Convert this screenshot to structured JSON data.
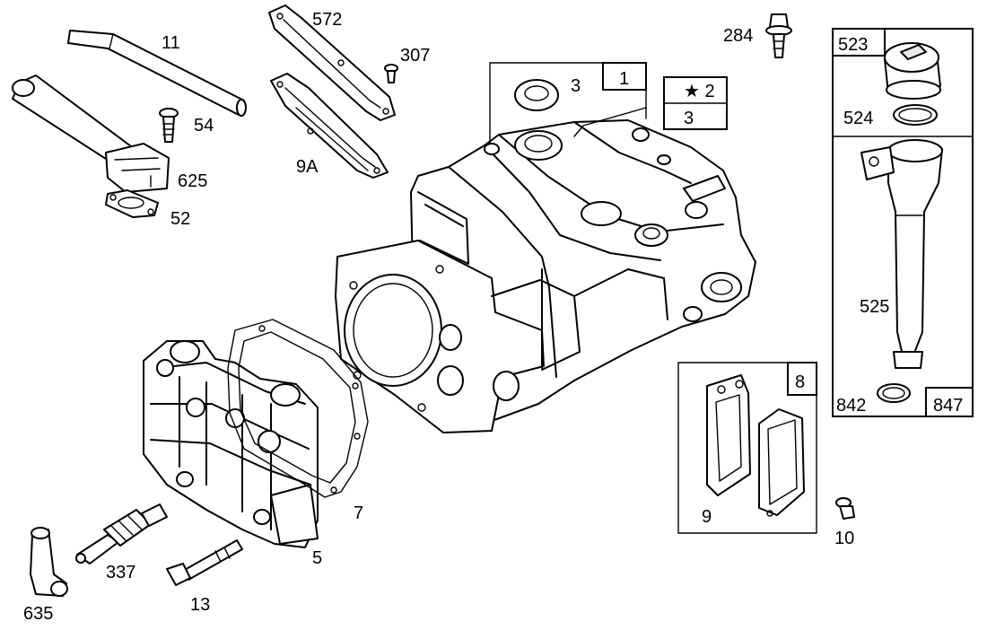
{
  "diagram": {
    "parts": {
      "p11": "11",
      "p54": "54",
      "p625": "625",
      "p52": "52",
      "p572": "572",
      "p307": "307",
      "p9A": "9A",
      "p284": "284",
      "p3_seal": "3",
      "p1": "1",
      "p2": "★ 2",
      "p3_kit": "3",
      "p523": "523",
      "p524": "524",
      "p525": "525",
      "p842": "842",
      "p847": "847",
      "p8": "8",
      "p9": "9",
      "p10": "10",
      "p7": "7",
      "p5": "5",
      "p337": "337",
      "p13": "13",
      "p635": "635"
    }
  }
}
